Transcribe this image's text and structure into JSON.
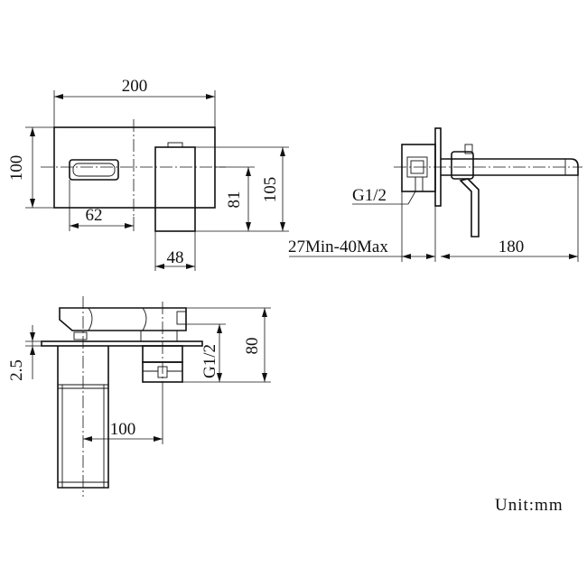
{
  "front_view": {
    "dim_width": "200",
    "dim_height": "100",
    "dim_spout_offset": "62",
    "dim_handle_width": "48",
    "dim_handle_height": "81",
    "dim_total_height": "105"
  },
  "side_view": {
    "dim_thread": "G1/2",
    "dim_wall_depth": "27Min-40Max",
    "dim_projection": "180"
  },
  "top_view": {
    "dim_plate": "2.5",
    "dim_spout_to_valve": "100",
    "dim_thread": "G1/2",
    "dim_height": "80"
  },
  "unit_label": "Unit:mm"
}
